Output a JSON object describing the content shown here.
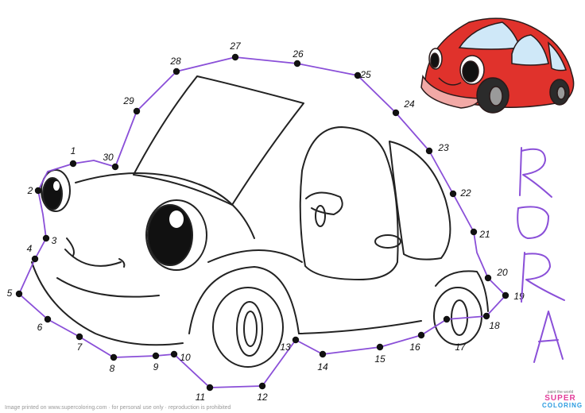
{
  "dots": [
    {
      "label": "1"
    },
    {
      "label": "2"
    },
    {
      "label": "3"
    },
    {
      "label": "4"
    },
    {
      "label": "5"
    },
    {
      "label": "6"
    },
    {
      "label": "7"
    },
    {
      "label": "8"
    },
    {
      "label": "9"
    },
    {
      "label": "10"
    },
    {
      "label": "11"
    },
    {
      "label": "12"
    },
    {
      "label": "13"
    },
    {
      "label": "14"
    },
    {
      "label": "15"
    },
    {
      "label": "16"
    },
    {
      "label": "17"
    },
    {
      "label": "18"
    },
    {
      "label": "19"
    },
    {
      "label": "20"
    },
    {
      "label": "21"
    },
    {
      "label": "22"
    },
    {
      "label": "23"
    },
    {
      "label": "24"
    },
    {
      "label": "25"
    },
    {
      "label": "26"
    },
    {
      "label": "27"
    },
    {
      "label": "28"
    },
    {
      "label": "29"
    },
    {
      "label": "30"
    }
  ],
  "handwriting": [
    "R",
    "O",
    "R",
    "A"
  ],
  "footer_text": "Image printed on www.supercoloring.com · for personal use only · reproduction is prohibited",
  "logo": {
    "tagline": "paint the world",
    "line1": "SUPER",
    "line2": "COLORING"
  },
  "colors": {
    "car_red": "#e0322c",
    "pen_purple": "#8a4fd8",
    "dot": "#111111"
  }
}
